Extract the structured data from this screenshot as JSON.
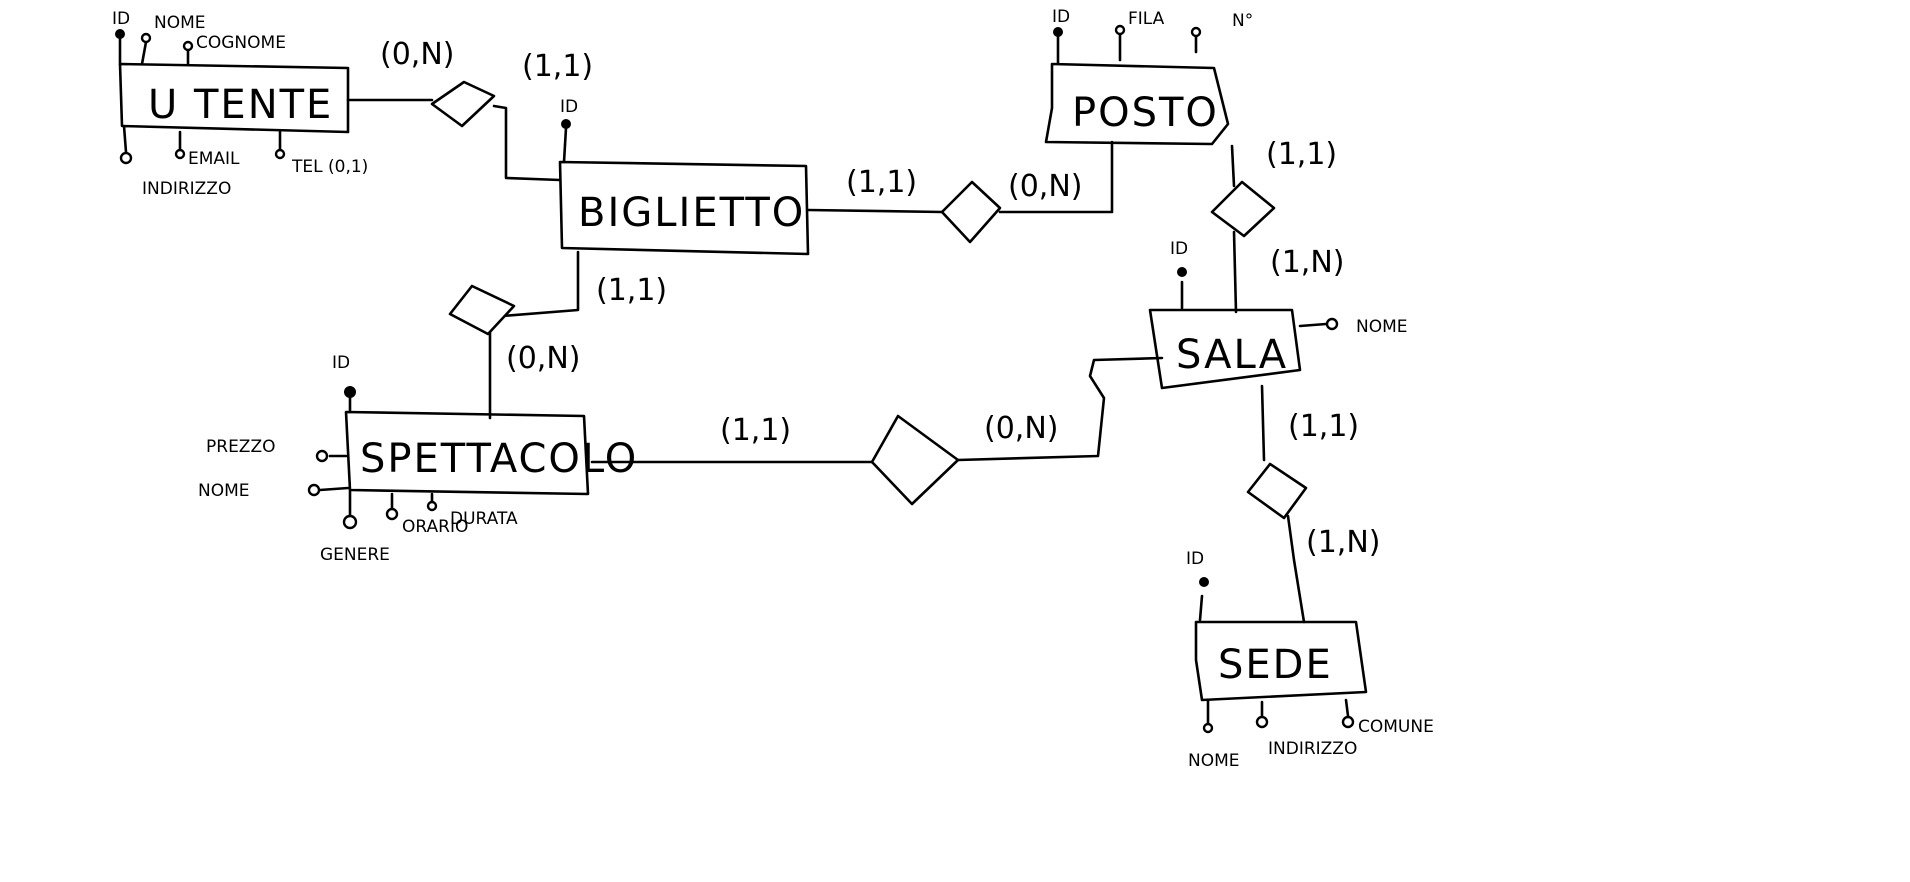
{
  "entities": {
    "utente": "U TENTE",
    "biglietto": "BIGLIETTO",
    "posto": "POSTO",
    "sala": "SALA",
    "spettacolo": "SPETTACOLO",
    "sede": "SEDE"
  },
  "attributes": {
    "utente": {
      "id": "ID",
      "nome": "NOME",
      "cognome": "COGNOME",
      "email": "EMAIL",
      "tel": "TEL (0,1)",
      "indirizzo": "INDIRIZZO"
    },
    "biglietto": {
      "id": "ID"
    },
    "posto": {
      "id": "ID",
      "fila": "FILA",
      "num": "N°"
    },
    "sala": {
      "id": "ID",
      "nome": "NOME"
    },
    "spettacolo": {
      "id": "ID",
      "prezzo": "PREZZO",
      "nome": "NOME",
      "genere": "GENERE",
      "orario": "ORARIO",
      "durata": "DURATA"
    },
    "sede": {
      "id": "ID",
      "nome": "NOME",
      "indirizzo": "INDIRIZZO",
      "comune": "COMUNE"
    }
  },
  "cardinalities": {
    "utente_biglietto_utente": "(0,N)",
    "utente_biglietto_biglietto": "(1,1)",
    "biglietto_posto_biglietto": "(1,1)",
    "biglietto_posto_posto": "(0,N)",
    "posto_sala_posto": "(1,1)",
    "posto_sala_sala": "(1,N)",
    "biglietto_spettacolo_biglietto": "(1,1)",
    "biglietto_spettacolo_spettacolo": "(0,N)",
    "spettacolo_sala_spettacolo": "(1,1)",
    "spettacolo_sala_sala": "(0,N)",
    "sala_sede_sala": "(1,1)",
    "sala_sede_sede": "(1,N)"
  }
}
